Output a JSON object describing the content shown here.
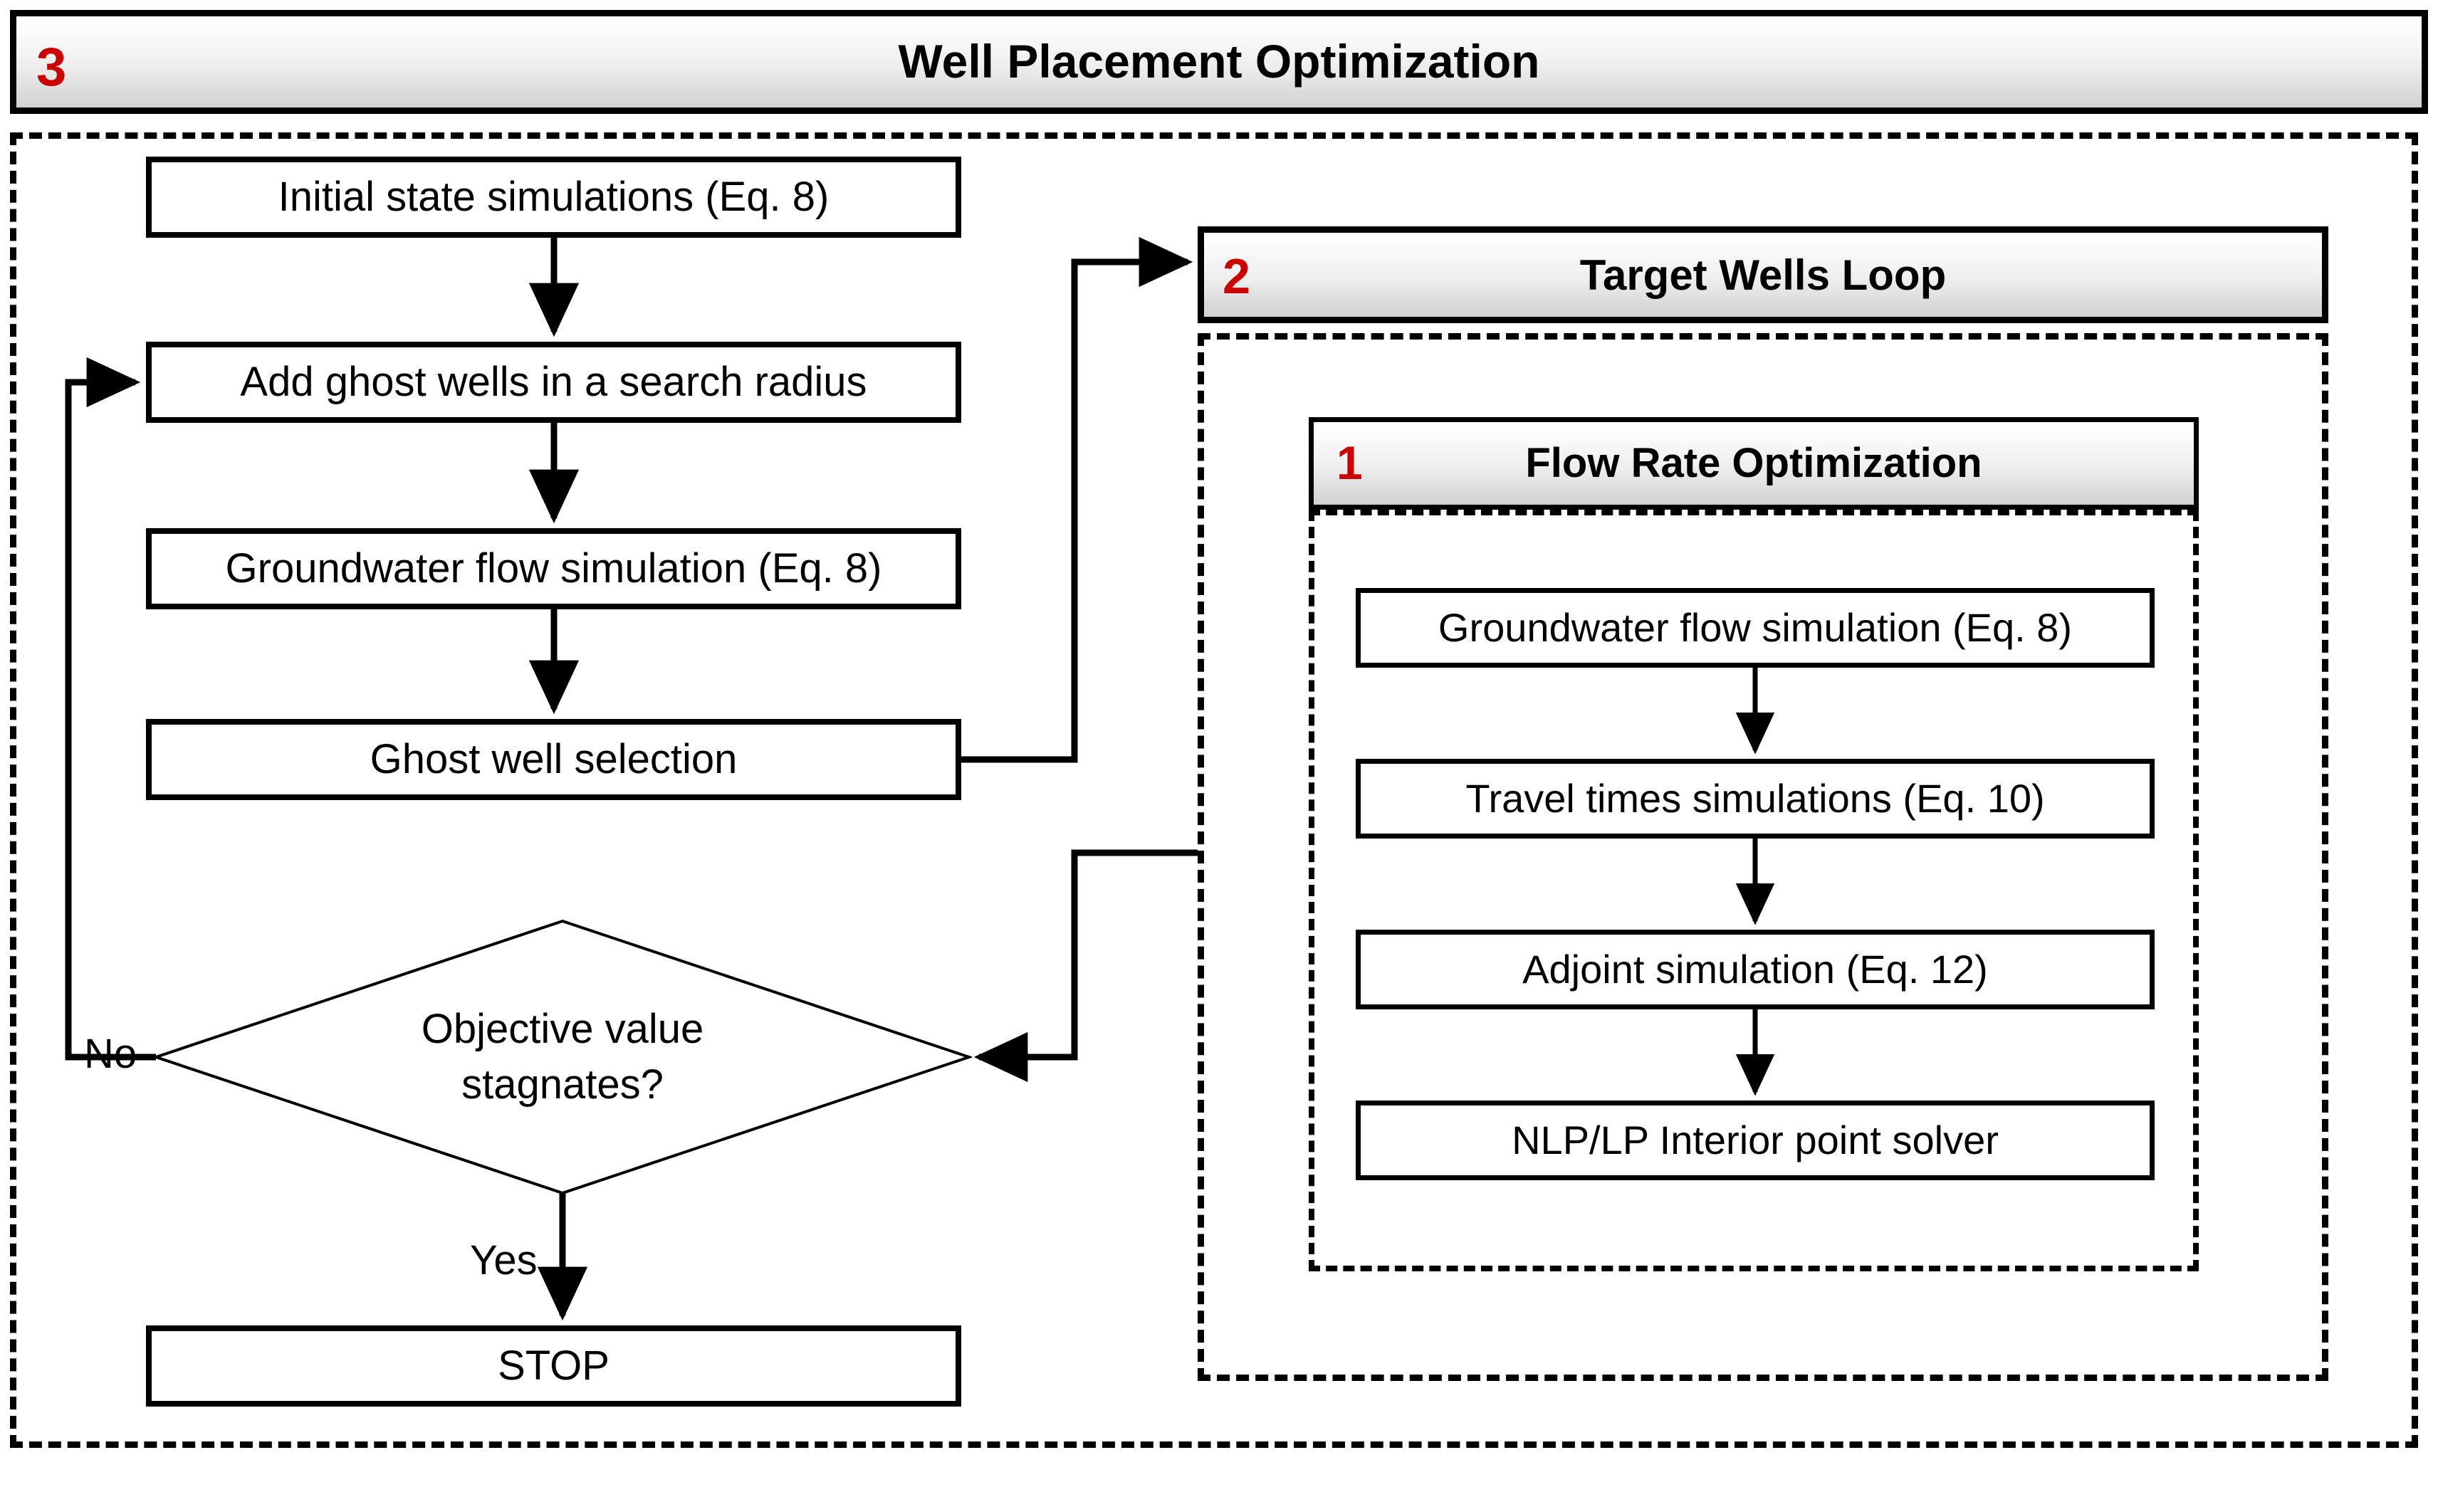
{
  "diagram": {
    "type": "flowchart",
    "title": "Well Placement Optimization workflow"
  },
  "colors": {
    "badge_red": "#CC0000",
    "line_black": "#000000",
    "box_fill": "#FFFFFF",
    "banner_gradient_top": "#FFFFFF",
    "banner_gradient_bottom": "#D2D2D2"
  },
  "outer": {
    "banner": {
      "badge": "3",
      "title": "Well Placement Optimization"
    }
  },
  "left_branch": {
    "steps": [
      {
        "id": "initial-state",
        "label": "Initial state simulations (Eq. 8)"
      },
      {
        "id": "add-ghost-wells",
        "label": "Add ghost wells in a search radius"
      },
      {
        "id": "groundwater-flow",
        "label": "Groundwater flow simulation (Eq. 8)"
      },
      {
        "id": "ghost-well-selection",
        "label": "Ghost well selection"
      }
    ],
    "decision": {
      "id": "objective-stagnates",
      "line1": "Objective value",
      "line2": "stagnates?",
      "no_label": "No",
      "yes_label": "Yes"
    },
    "terminal": {
      "id": "stop",
      "label": "STOP"
    }
  },
  "target_wells_loop": {
    "banner": {
      "badge": "2",
      "title": "Target Wells Loop"
    }
  },
  "flow_rate_optimization": {
    "banner": {
      "badge": "1",
      "title": "Flow Rate Optimization"
    },
    "steps": [
      {
        "id": "fro-groundwater-flow",
        "label": "Groundwater flow simulation (Eq. 8)"
      },
      {
        "id": "fro-travel-times",
        "label": "Travel times simulations (Eq. 10)"
      },
      {
        "id": "fro-adjoint",
        "label": "Adjoint simulation (Eq. 12)"
      },
      {
        "id": "fro-solver",
        "label": "NLP/LP Interior point solver"
      }
    ]
  }
}
